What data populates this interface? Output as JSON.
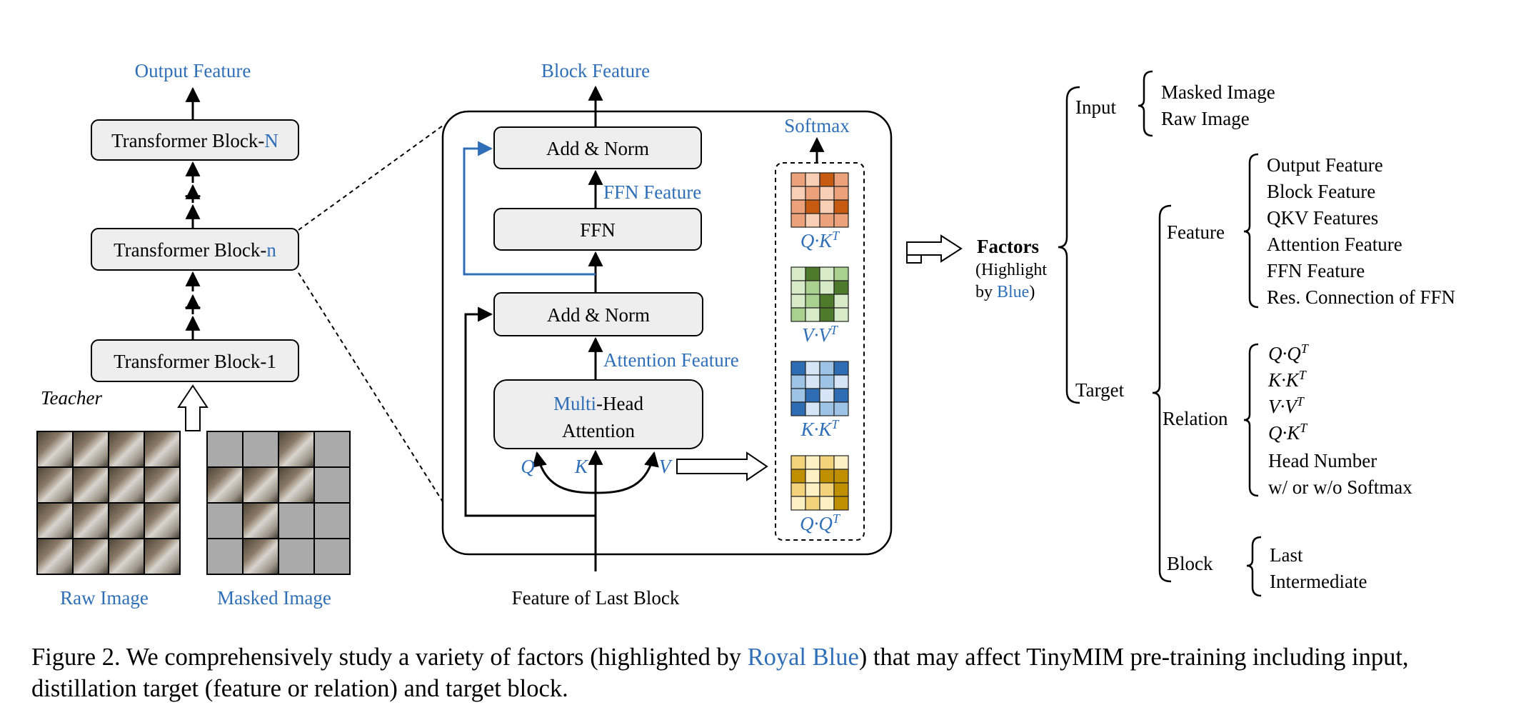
{
  "left": {
    "output_feature": "Output Feature",
    "block_n_prefix": "Transformer Block-",
    "block_n_suffix": "N",
    "block_mid_prefix": "Transformer Block-",
    "block_mid_suffix": "n",
    "block_1": "Transformer Block-1",
    "dots": "…",
    "teacher": "Teacher",
    "raw_image": "Raw Image",
    "masked_image": "Masked Image"
  },
  "middle": {
    "block_feature": "Block Feature",
    "add_norm_top": "Add & Norm",
    "ffn_feature": "FFN Feature",
    "ffn": "FFN",
    "add_norm_bottom": "Add & Norm",
    "attention_feature": "Attention Feature",
    "mha_multi": "Multi",
    "mha_head": "-Head",
    "mha_attention": "Attention",
    "q": "Q",
    "k": "K",
    "v": "V",
    "input": "Feature of Last Block",
    "softmax": "Softmax",
    "matrices": [
      {
        "label": "Q·K",
        "sup": "T",
        "color": "#c65a10",
        "light": "#f8cfb4",
        "mid": "#eba17a",
        "cells": [
          1,
          0,
          2,
          1,
          0,
          1,
          0,
          1,
          1,
          2,
          0,
          2,
          1,
          0,
          1,
          1,
          0,
          1,
          0,
          1
        ]
      },
      {
        "label": "V·V",
        "sup": "T",
        "color": "#4e7a2c",
        "light": "#d7ebc8",
        "mid": "#a9d08e",
        "cells": [
          0,
          2,
          0,
          1,
          0,
          1,
          0,
          2,
          0,
          1,
          2,
          0,
          1,
          0,
          2,
          0,
          1,
          0,
          2,
          1
        ]
      },
      {
        "label": "K·K",
        "sup": "T",
        "color": "#2e6db4",
        "light": "#d5e5f5",
        "mid": "#9dc3e6",
        "cells": [
          2,
          0,
          1,
          2,
          1,
          0,
          1,
          0,
          1,
          2,
          0,
          2,
          2,
          0,
          1,
          1,
          0,
          1,
          0,
          2
        ]
      },
      {
        "label": "Q·Q",
        "sup": "T",
        "color": "#bf8f00",
        "light": "#fdf0c2",
        "mid": "#f2d27a",
        "cells": [
          1,
          0,
          1,
          0,
          2,
          0,
          2,
          2,
          1,
          0,
          1,
          2,
          0,
          1,
          0,
          2,
          0,
          1,
          0,
          1
        ]
      }
    ]
  },
  "right": {
    "factors": "Factors",
    "highlight_1": "(Highlight",
    "highlight_2a": "by ",
    "highlight_2b": "Blue",
    "highlight_2c": ")",
    "input": "Input",
    "input_items": [
      "Masked Image",
      "Raw Image"
    ],
    "target": "Target",
    "feature": "Feature",
    "feature_items": [
      "Output Feature",
      "Block Feature",
      "QKV Features",
      "Attention Feature",
      "FFN Feature",
      "Res. Connection of FFN"
    ],
    "relation": "Relation",
    "relation_math": [
      {
        "a": "Q",
        "b": "Q",
        "sup": "T"
      },
      {
        "a": "K",
        "b": "K",
        "sup": "T"
      },
      {
        "a": "V",
        "b": "V",
        "sup": "T"
      },
      {
        "a": "Q",
        "b": "K",
        "sup": "T"
      }
    ],
    "relation_items": [
      "Head Number",
      "w/ or w/o Softmax"
    ],
    "block": "Block",
    "block_items": [
      "Last",
      "Intermediate"
    ]
  },
  "caption": {
    "part1": "Figure 2. We comprehensively study a variety of factors (highlighted by ",
    "highlight": "Royal Blue",
    "part2": ") that may affect TinyMIM pre-training including input, distillation target (feature or relation) and target block."
  },
  "colors": {
    "accent": "#2f6fb7",
    "box_fill": "#eeeeee",
    "patch_mask": "#aaaaaa"
  }
}
